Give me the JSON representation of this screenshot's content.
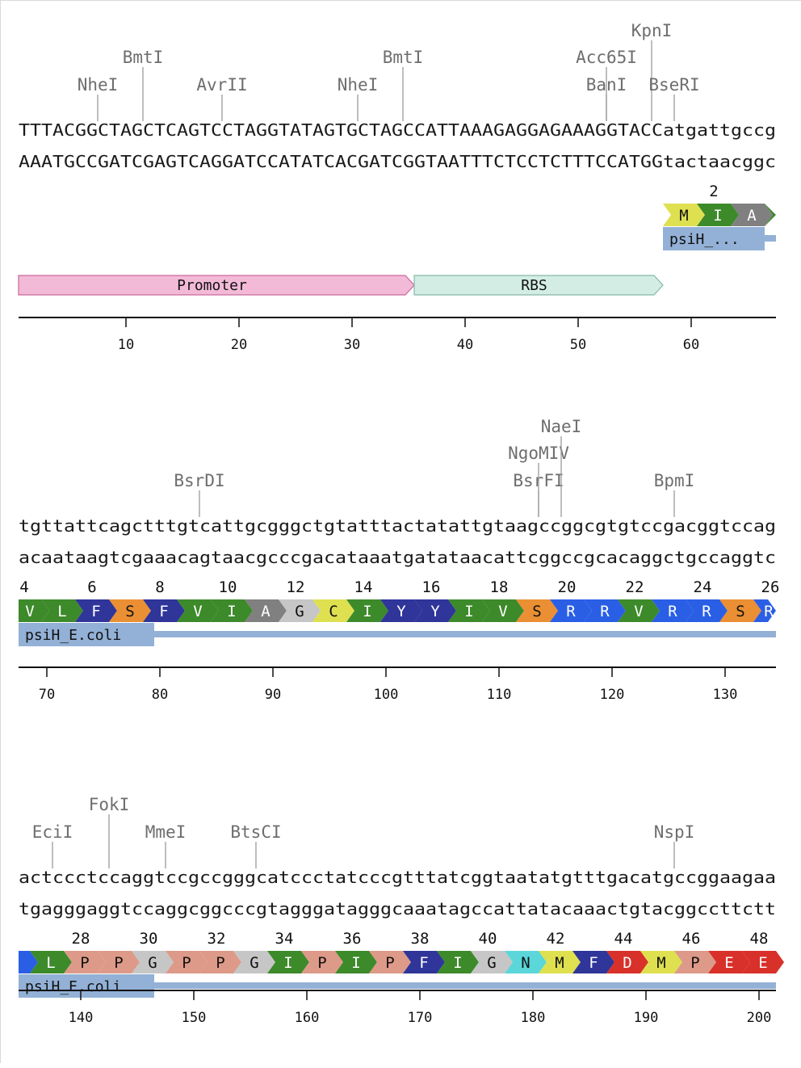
{
  "colors": {
    "enzyme_text": "#6e6e6e",
    "cut_line": "#9a9a9a",
    "axis": "#111111",
    "cds_bar": "#93b1d6",
    "promoter_fill": "#f3bad8",
    "promoter_stroke": "#c9699b",
    "rbs_fill": "#d3ede5",
    "rbs_stroke": "#84b9a6"
  },
  "aa_colors": {
    "M": {
      "fill": "#dfe050",
      "text": "#111111"
    },
    "I": {
      "fill": "#3d8a2b",
      "text": "#ffffff"
    },
    "A": {
      "fill": "#808080",
      "text": "#ffffff"
    },
    "V": {
      "fill": "#3d8a2b",
      "text": "#ffffff"
    },
    "L": {
      "fill": "#3d8a2b",
      "text": "#ffffff"
    },
    "F": {
      "fill": "#2f3599",
      "text": "#ffffff"
    },
    "Y": {
      "fill": "#2f3599",
      "text": "#ffffff"
    },
    "S": {
      "fill": "#ea8f33",
      "text": "#111111"
    },
    "G": {
      "fill": "#c6c6c6",
      "text": "#111111"
    },
    "C": {
      "fill": "#dfe050",
      "text": "#111111"
    },
    "R": {
      "fill": "#2a5fe5",
      "text": "#ffffff"
    },
    "P": {
      "fill": "#dd9a89",
      "text": "#111111"
    },
    "N": {
      "fill": "#5bd6d9",
      "text": "#111111"
    },
    "D": {
      "fill": "#d8312a",
      "text": "#ffffff"
    },
    "E": {
      "fill": "#d8312a",
      "text": "#ffffff"
    }
  },
  "rows": [
    {
      "start": 1,
      "top": "TTTACGGCTAGCTCAGTCCTAGGTATAGTGCTAGCCATTAAAGAGGAGAAAGGTACCatgattgccg",
      "bottom": "AAATGCCGATCGAGTCAGGATCCATATCACGATCGGTAATTTCTCCTCTTTCCATGGtactaacggc",
      "enzymes": [
        {
          "name": "NheI",
          "pos": 8,
          "level": 0
        },
        {
          "name": "BmtI",
          "pos": 12,
          "level": 1
        },
        {
          "name": "AvrII",
          "pos": 19,
          "level": 0
        },
        {
          "name": "NheI",
          "pos": 31,
          "level": 0
        },
        {
          "name": "BmtI",
          "pos": 35,
          "level": 1
        },
        {
          "name": "BanI",
          "pos": 53,
          "level": 0
        },
        {
          "name": "Acc65I",
          "pos": 53,
          "level": 1
        },
        {
          "name": "KpnI",
          "pos": 57,
          "level": 2
        },
        {
          "name": "BseRI",
          "pos": 59,
          "level": 0
        }
      ],
      "aa_numbers": [
        {
          "num": "2",
          "pos": 62
        }
      ],
      "aa": [
        {
          "letter": "M",
          "start": 58,
          "len": 3,
          "cap": "none"
        },
        {
          "letter": "I",
          "start": 61,
          "len": 3,
          "cap": "none"
        },
        {
          "letter": "A",
          "start": 64,
          "len": 3,
          "cap": "none"
        },
        {
          "letter": "",
          "start": 67,
          "len": 1,
          "cap": "tip",
          "color": "I"
        }
      ],
      "cds_label": {
        "text": "psiH_...",
        "start": 58,
        "len": 9
      },
      "cds_bar_start": 58,
      "features": [
        {
          "name": "Promoter",
          "start": 1,
          "end": 35,
          "type": "promoter"
        },
        {
          "name": "RBS",
          "start": 36,
          "end": 57,
          "type": "rbs"
        }
      ],
      "ticks": [
        10,
        20,
        30,
        40,
        50,
        60
      ]
    },
    {
      "start": 68,
      "top": "tgttattcagctttgtcattgcgggctgtatttactatattgtaagccggcgtgtccgacggtccag",
      "bottom": "acaataagtcgaaacagtaacgcccgacataaatgatataacattcggccgcacaggctgccaggtc",
      "enzymes": [
        {
          "name": "BsrDI",
          "pos": 84,
          "level": 0
        },
        {
          "name": "BsrFI",
          "pos": 114,
          "level": 0
        },
        {
          "name": "NgoMIV",
          "pos": 114,
          "level": 1
        },
        {
          "name": "NaeI",
          "pos": 116,
          "level": 2
        },
        {
          "name": "BpmI",
          "pos": 126,
          "level": 0
        }
      ],
      "aa_numbers": [
        {
          "num": "4",
          "pos": 68
        },
        {
          "num": "6",
          "pos": 74
        },
        {
          "num": "8",
          "pos": 80
        },
        {
          "num": "10",
          "pos": 86
        },
        {
          "num": "12",
          "pos": 92
        },
        {
          "num": "14",
          "pos": 98
        },
        {
          "num": "16",
          "pos": 104
        },
        {
          "num": "18",
          "pos": 110
        },
        {
          "num": "20",
          "pos": 116
        },
        {
          "num": "22",
          "pos": 122
        },
        {
          "num": "24",
          "pos": 128
        },
        {
          "num": "26",
          "pos": 134
        }
      ],
      "aa": [
        {
          "letter": "V",
          "start": 68,
          "len": 2,
          "cap": "left"
        },
        {
          "letter": "L",
          "start": 70,
          "len": 3,
          "cap": "none"
        },
        {
          "letter": "F",
          "start": 73,
          "len": 3,
          "cap": "none"
        },
        {
          "letter": "S",
          "start": 76,
          "len": 3,
          "cap": "none"
        },
        {
          "letter": "F",
          "start": 79,
          "len": 3,
          "cap": "none"
        },
        {
          "letter": "V",
          "start": 82,
          "len": 3,
          "cap": "none"
        },
        {
          "letter": "I",
          "start": 85,
          "len": 3,
          "cap": "none"
        },
        {
          "letter": "A",
          "start": 88,
          "len": 3,
          "cap": "none"
        },
        {
          "letter": "G",
          "start": 91,
          "len": 3,
          "cap": "none"
        },
        {
          "letter": "C",
          "start": 94,
          "len": 3,
          "cap": "none"
        },
        {
          "letter": "I",
          "start": 97,
          "len": 3,
          "cap": "none"
        },
        {
          "letter": "Y",
          "start": 100,
          "len": 3,
          "cap": "none"
        },
        {
          "letter": "Y",
          "start": 103,
          "len": 3,
          "cap": "none"
        },
        {
          "letter": "I",
          "start": 106,
          "len": 3,
          "cap": "none"
        },
        {
          "letter": "V",
          "start": 109,
          "len": 3,
          "cap": "none"
        },
        {
          "letter": "S",
          "start": 112,
          "len": 3,
          "cap": "none"
        },
        {
          "letter": "R",
          "start": 115,
          "len": 3,
          "cap": "none"
        },
        {
          "letter": "R",
          "start": 118,
          "len": 3,
          "cap": "none"
        },
        {
          "letter": "V",
          "start": 121,
          "len": 3,
          "cap": "none"
        },
        {
          "letter": "R",
          "start": 124,
          "len": 3,
          "cap": "none"
        },
        {
          "letter": "R",
          "start": 127,
          "len": 3,
          "cap": "none"
        },
        {
          "letter": "S",
          "start": 130,
          "len": 3,
          "cap": "none"
        },
        {
          "letter": "R",
          "start": 133,
          "len": 2,
          "cap": "right"
        }
      ],
      "cds_label": {
        "text": "psiH_E.coli",
        "start": 68,
        "len": 12
      },
      "cds_bar_start": 80,
      "features": [],
      "ticks": [
        70,
        80,
        90,
        100,
        110,
        120,
        130
      ]
    },
    {
      "start": 135,
      "top": "actccctccaggtccgccgggcatccctatcccgtttatcggtaatatgtttgacatgccggaagaa",
      "bottom": "tgagggaggtccaggcggcccgtagggatagggcaaatagccattatacaaactgtacggccttctt",
      "enzymes": [
        {
          "name": "EciI",
          "pos": 138,
          "level": 0
        },
        {
          "name": "FokI",
          "pos": 143,
          "level": 1
        },
        {
          "name": "MmeI",
          "pos": 148,
          "level": 0
        },
        {
          "name": "BtsCI",
          "pos": 156,
          "level": 0
        },
        {
          "name": "NspI",
          "pos": 193,
          "level": 0
        }
      ],
      "aa_numbers": [
        {
          "num": "28",
          "pos": 140
        },
        {
          "num": "30",
          "pos": 146
        },
        {
          "num": "32",
          "pos": 152
        },
        {
          "num": "34",
          "pos": 158
        },
        {
          "num": "36",
          "pos": 164
        },
        {
          "num": "38",
          "pos": 170
        },
        {
          "num": "40",
          "pos": 176
        },
        {
          "num": "42",
          "pos": 182
        },
        {
          "num": "44",
          "pos": 188
        },
        {
          "num": "46",
          "pos": 194
        },
        {
          "num": "48",
          "pos": 200
        }
      ],
      "aa": [
        {
          "letter": "",
          "start": 135,
          "len": 1,
          "cap": "left",
          "color": "R"
        },
        {
          "letter": "L",
          "start": 136,
          "len": 3,
          "cap": "none"
        },
        {
          "letter": "P",
          "start": 139,
          "len": 3,
          "cap": "none"
        },
        {
          "letter": "P",
          "start": 142,
          "len": 3,
          "cap": "none"
        },
        {
          "letter": "G",
          "start": 145,
          "len": 3,
          "cap": "none"
        },
        {
          "letter": "P",
          "start": 148,
          "len": 3,
          "cap": "none"
        },
        {
          "letter": "P",
          "start": 151,
          "len": 3,
          "cap": "none"
        },
        {
          "letter": "G",
          "start": 154,
          "len": 3,
          "cap": "none"
        },
        {
          "letter": "I",
          "start": 157,
          "len": 3,
          "cap": "none"
        },
        {
          "letter": "P",
          "start": 160,
          "len": 3,
          "cap": "none"
        },
        {
          "letter": "I",
          "start": 163,
          "len": 3,
          "cap": "none"
        },
        {
          "letter": "P",
          "start": 166,
          "len": 3,
          "cap": "none"
        },
        {
          "letter": "F",
          "start": 169,
          "len": 3,
          "cap": "none"
        },
        {
          "letter": "I",
          "start": 172,
          "len": 3,
          "cap": "none"
        },
        {
          "letter": "G",
          "start": 175,
          "len": 3,
          "cap": "none"
        },
        {
          "letter": "N",
          "start": 178,
          "len": 3,
          "cap": "none"
        },
        {
          "letter": "M",
          "start": 181,
          "len": 3,
          "cap": "none"
        },
        {
          "letter": "F",
          "start": 184,
          "len": 3,
          "cap": "none"
        },
        {
          "letter": "D",
          "start": 187,
          "len": 3,
          "cap": "none"
        },
        {
          "letter": "M",
          "start": 190,
          "len": 3,
          "cap": "none"
        },
        {
          "letter": "P",
          "start": 193,
          "len": 3,
          "cap": "none"
        },
        {
          "letter": "E",
          "start": 196,
          "len": 3,
          "cap": "none"
        },
        {
          "letter": "E",
          "start": 199,
          "len": 3,
          "cap": "none"
        }
      ],
      "cds_label": {
        "text": "psiH_E.coli",
        "start": 135,
        "len": 12
      },
      "cds_bar_start": 147,
      "features": [],
      "ticks": [
        140,
        150,
        160,
        170,
        180,
        190,
        200
      ]
    }
  ]
}
